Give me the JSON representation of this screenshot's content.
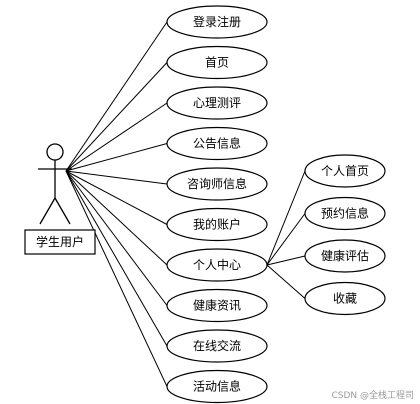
{
  "diagram": {
    "actor": {
      "label": "学生用户"
    },
    "use_cases": [
      {
        "id": "login",
        "label": "登录注册"
      },
      {
        "id": "home",
        "label": "首页"
      },
      {
        "id": "psych-test",
        "label": "心理测评"
      },
      {
        "id": "announcements",
        "label": "公告信息"
      },
      {
        "id": "counselor-info",
        "label": "咨询师信息"
      },
      {
        "id": "my-account",
        "label": "我的账户"
      },
      {
        "id": "personal-center",
        "label": "个人中心"
      },
      {
        "id": "health-news",
        "label": "健康资讯"
      },
      {
        "id": "online-chat",
        "label": "在线交流"
      },
      {
        "id": "events",
        "label": "活动信息"
      }
    ],
    "sub_use_cases": [
      {
        "id": "personal-home",
        "label": "个人首页",
        "parent": "personal-center"
      },
      {
        "id": "booking-info",
        "label": "预约信息",
        "parent": "personal-center"
      },
      {
        "id": "health-assessment",
        "label": "健康评估",
        "parent": "personal-center"
      },
      {
        "id": "favorites",
        "label": "收藏",
        "parent": "personal-center"
      }
    ]
  },
  "watermark": "CSDN @全栈工程司"
}
